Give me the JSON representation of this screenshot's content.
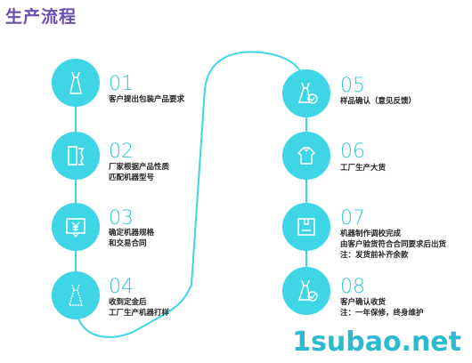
{
  "title": "生产流程",
  "steps": [
    {
      "num": "01",
      "lines": [
        "客户提出包装产品要求"
      ]
    },
    {
      "num": "02",
      "lines": [
        "厂家根据产品性质",
        "匹配机器型号"
      ]
    },
    {
      "num": "03",
      "lines": [
        "确定机器规格",
        "和交易合同"
      ]
    },
    {
      "num": "04",
      "lines": [
        "收到定金后",
        "工厂生产机器打样"
      ]
    },
    {
      "num": "05",
      "lines": [
        "样品确认（意见反馈）"
      ]
    },
    {
      "num": "06",
      "lines": [
        "工厂生产大货"
      ]
    },
    {
      "num": "07",
      "lines": [
        "机器制作调校完成",
        "由客户验货符合合同要求后出货",
        "注：发货前补齐余款"
      ]
    },
    {
      "num": "08",
      "lines": [
        "客户确认收货",
        "注：一年保修，终身维护"
      ]
    }
  ],
  "icons": [
    "dress-icon",
    "document-icon",
    "yuan-invoice-icon",
    "lace-dress-icon",
    "dress-check-icon",
    "hanger-icon",
    "box-icon",
    "dress-check-icon"
  ],
  "watermark": "1subao.net",
  "colors": {
    "accent": "#3ed6e4",
    "number": "#2fc8d8",
    "title": "#6a4fb0",
    "line": "#3ed6e4"
  }
}
